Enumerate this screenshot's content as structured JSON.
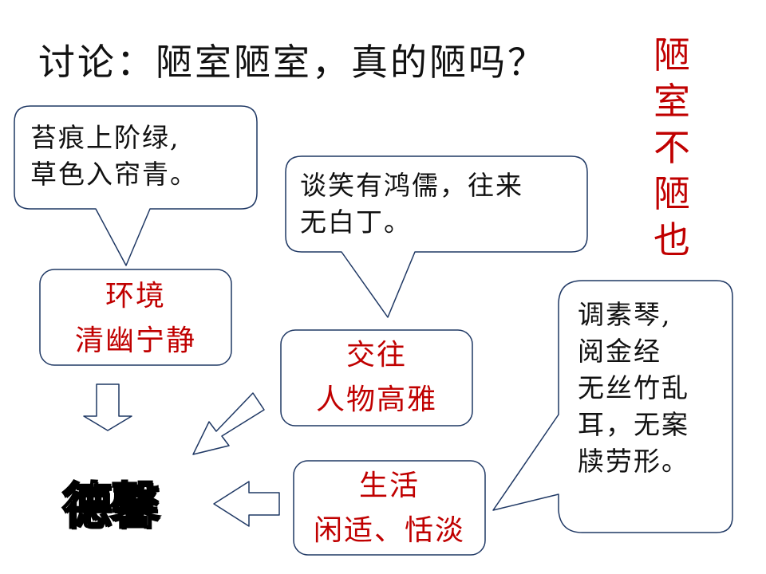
{
  "title": "讨论：陋室陋室，真的陋吗？",
  "verdict": [
    "陋",
    "室",
    "不",
    "陋",
    "也"
  ],
  "bubbles": {
    "environment_quote": [
      "苔痕上阶绿,",
      "草色入帘青。"
    ],
    "social_quote": [
      "谈笑有鸿儒，往来",
      "无白丁。"
    ],
    "life_quote": [
      "调素琴,",
      "阅金经",
      "无丝竹乱",
      "耳，无案",
      "牍劳形。"
    ]
  },
  "boxes": {
    "environment": [
      "环境",
      "清幽宁静"
    ],
    "social": [
      "交往",
      "人物高雅"
    ],
    "life": [
      "生活",
      "闲适、恬淡"
    ]
  },
  "result": "德馨",
  "colors": {
    "accent": "#c00000",
    "stroke": "#1f3864",
    "text": "#111111"
  }
}
